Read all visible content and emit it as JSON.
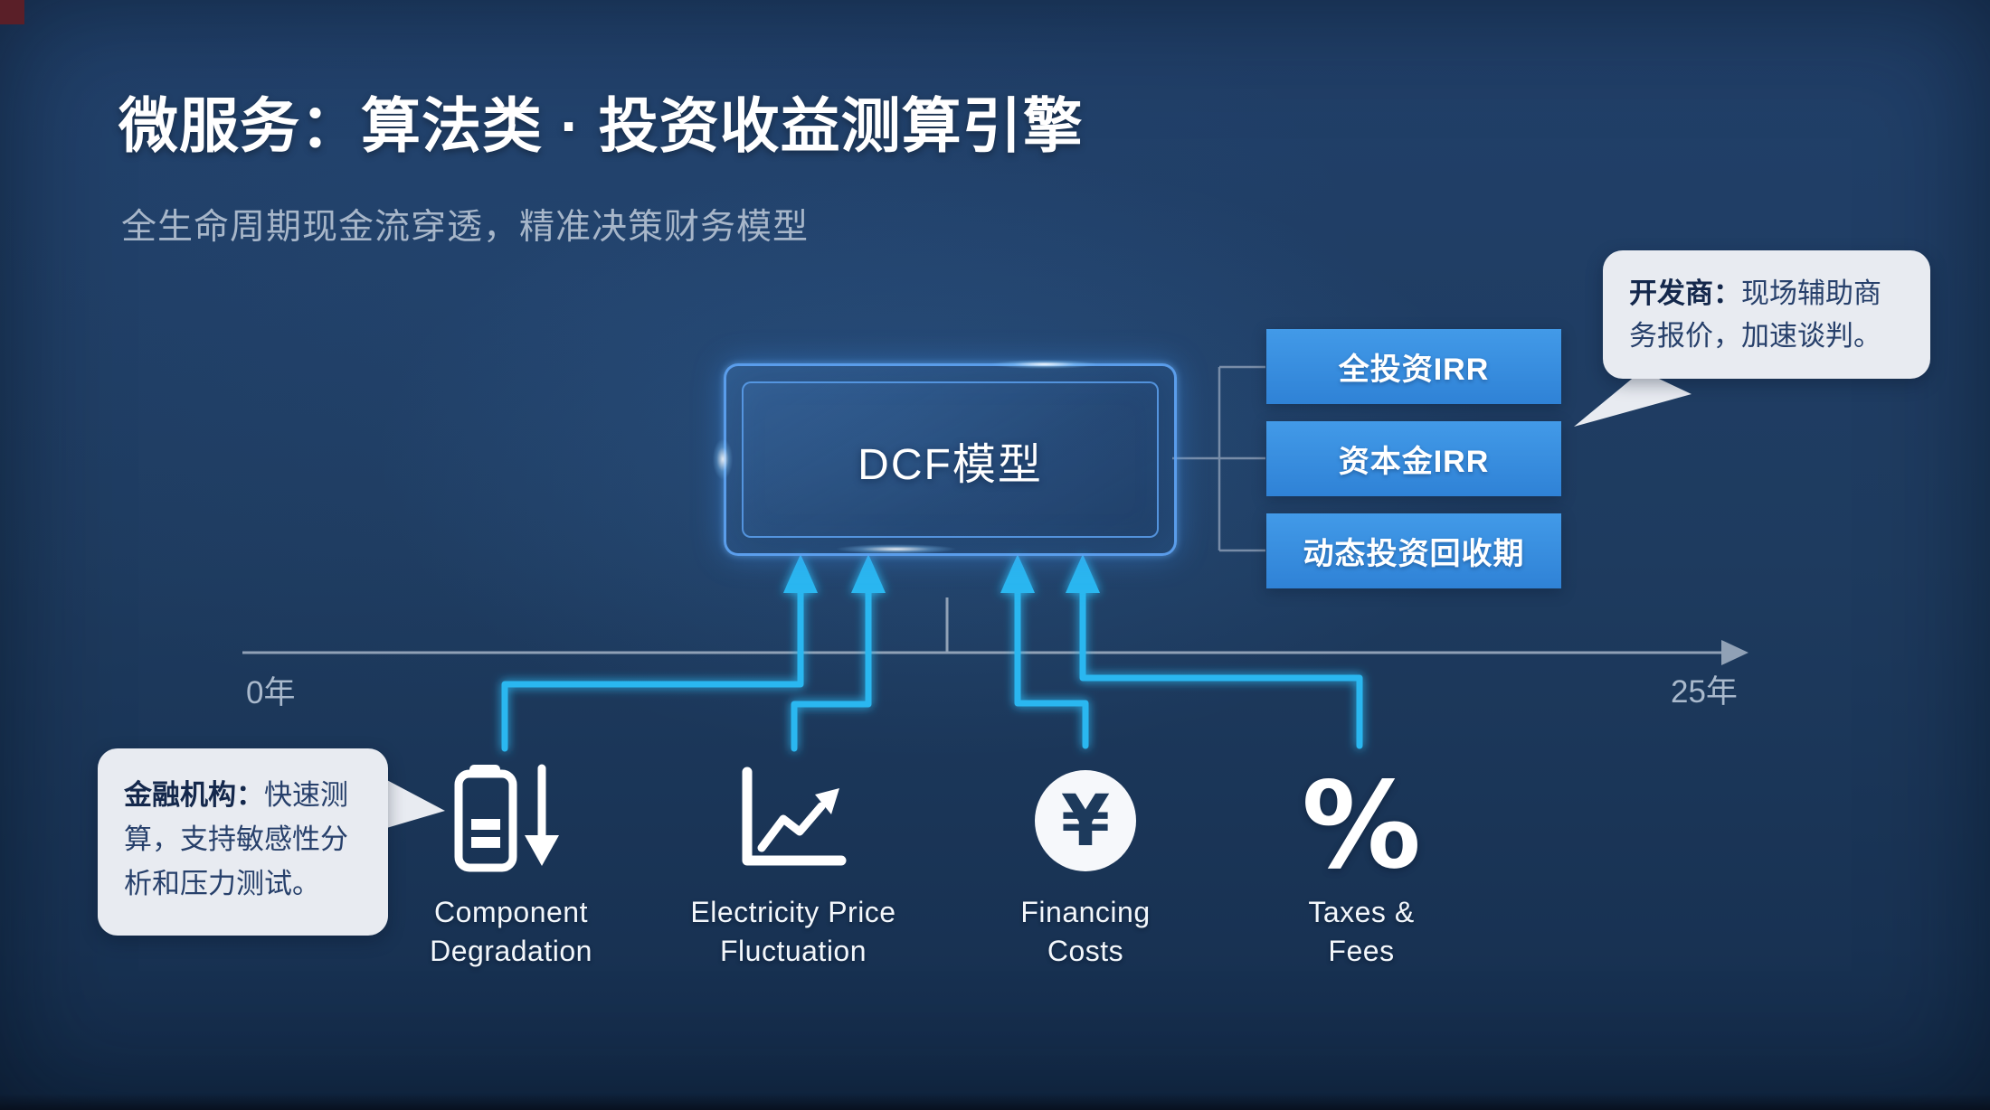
{
  "page": {
    "title": "微服务：算法类 · 投资收益测算引擎",
    "subtitle": "全生命周期现金流穿透，精准决策财务模型"
  },
  "dcf": {
    "label": "DCF模型"
  },
  "outputs": [
    {
      "label": "全投资IRR"
    },
    {
      "label": "资本金IRR"
    },
    {
      "label": "动态投资回收期"
    }
  ],
  "timeline": {
    "start": "0年",
    "end": "25年"
  },
  "inputs": [
    {
      "icon": "battery-degradation-icon",
      "line1": "Component",
      "line2": "Degradation"
    },
    {
      "icon": "price-trend-chart-icon",
      "line1": "Electricity Price",
      "line2": "Fluctuation"
    },
    {
      "icon": "yen-coin-icon",
      "symbol": "¥",
      "line1": "Financing",
      "line2": "Costs"
    },
    {
      "icon": "percent-icon",
      "symbol": "%",
      "line1": "Taxes &",
      "line2": "Fees"
    }
  ],
  "callouts": {
    "developer": {
      "speaker": "开发商：",
      "line1": "现场辅助商",
      "line2": "务报价，加速谈判。"
    },
    "financial": {
      "speaker": "金融机构：",
      "line1": "快速测",
      "line2": "算，支持敏感性分",
      "line3": "析和压力测试。"
    }
  },
  "colors": {
    "background": "#1e3b5f",
    "accent_cyan": "#2bb7f0",
    "dcf_border": "#5fa5f5",
    "output_blue": "#3a8ee0",
    "bubble": "#e8ebf1",
    "timeline_gray": "#90a1b6"
  }
}
